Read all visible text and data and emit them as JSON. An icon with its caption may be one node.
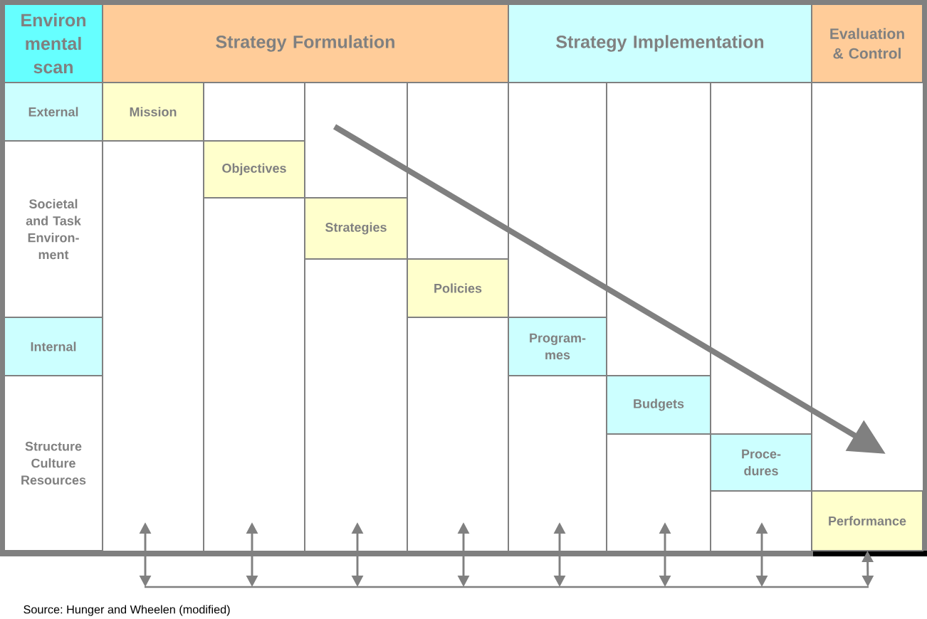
{
  "diagram": {
    "nodes": [
      {
        "text": [
          "Environ mental scan"
        ]
      },
      {
        "text": [
          "Strategy Formulation"
        ]
      },
      {
        "text": [
          "Strategy Implementation"
        ]
      },
      {
        "text": [
          "Evaluation & Control"
        ]
      },
      {
        "text": [
          "External"
        ]
      },
      {
        "text": [
          "Mission"
        ]
      },
      {
        "text": [
          "Societal and Task Environ- ment"
        ]
      },
      {
        "text": [
          "Objectives"
        ]
      },
      {
        "text": [
          "Strategies"
        ]
      },
      {
        "text": [
          "Policies"
        ]
      },
      {
        "text": [
          "Internal"
        ]
      },
      {
        "text": [
          "Program- mes"
        ]
      },
      {
        "text": [
          "Structure Culture Resources"
        ]
      },
      {
        "text": [
          "Budgets"
        ]
      },
      {
        "text": [
          "Proce- dures"
        ]
      },
      {
        "text": [
          "Performance"
        ]
      }
    ],
    "edges": [
      {
        "from": null,
        "to": 15,
        "arrow": "both"
      }
    ],
    "labels": [
      "Source: Hunger and Wheelen (modified)"
    ]
  }
}
